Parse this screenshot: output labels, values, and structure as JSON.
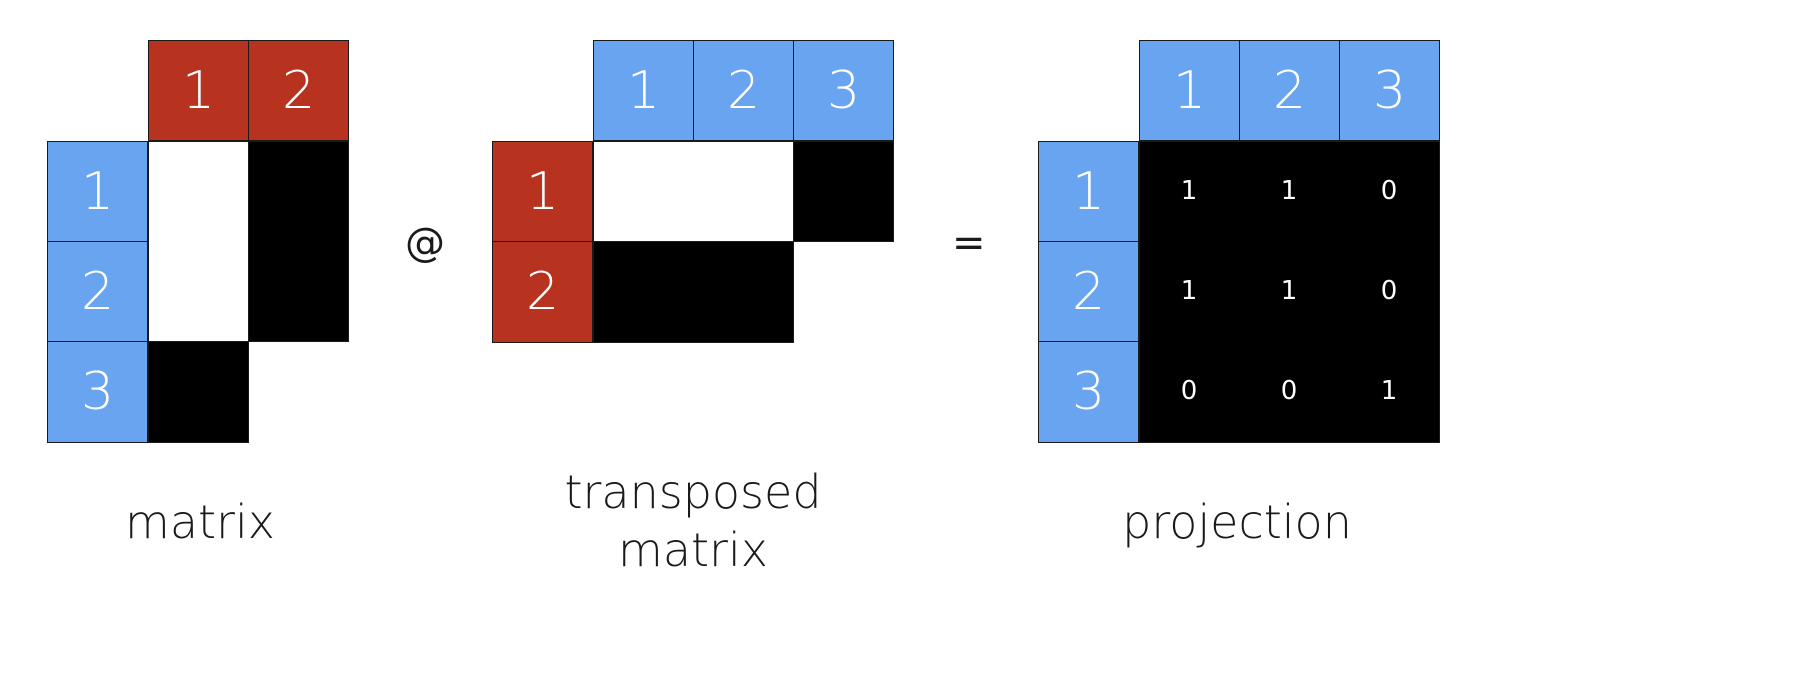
{
  "matrix": {
    "col_headers": [
      "1",
      "2"
    ],
    "row_headers": [
      "1",
      "2",
      "3"
    ],
    "caption": "matrix"
  },
  "transposed": {
    "col_headers": [
      "1",
      "2",
      "3"
    ],
    "row_headers": [
      "1",
      "2"
    ],
    "caption_line1": "transposed",
    "caption_line2": "matrix"
  },
  "projection": {
    "col_headers": [
      "1",
      "2",
      "3"
    ],
    "row_headers": [
      "1",
      "2",
      "3"
    ],
    "values": [
      [
        "1",
        "1",
        "0"
      ],
      [
        "1",
        "1",
        "0"
      ],
      [
        "0",
        "0",
        "1"
      ]
    ],
    "caption": "projection"
  },
  "operators": {
    "matmul": "@",
    "equals": "="
  },
  "colors": {
    "blue": "#68a4ef",
    "red": "#b7321f",
    "black": "#000000",
    "white": "#ffffff"
  }
}
